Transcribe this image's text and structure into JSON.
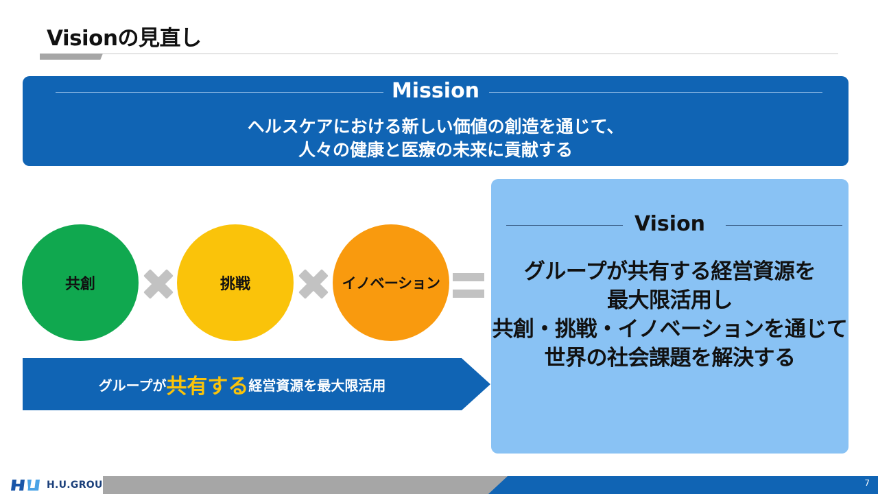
{
  "slide": {
    "title": "Visionの見直し",
    "page_number": "7"
  },
  "mission": {
    "heading": "Mission",
    "line1": "ヘルスケアにおける新しい価値の創造を通じて、",
    "line2": "人々の健康と医療の未来に貢献する"
  },
  "circles": [
    {
      "label": "共創",
      "color": "#10a84f"
    },
    {
      "label": "挑戦",
      "color": "#fac30a"
    },
    {
      "label": "イノベーション",
      "color": "#f99a0e"
    }
  ],
  "arrow": {
    "text_a": "グループが",
    "text_highlight": "共有する",
    "text_c": "経営資源を最大限活用",
    "highlight_color": "#fac30a"
  },
  "vision": {
    "heading": "Vision",
    "lines": [
      "グループが共有する経営資源を",
      "最大限活用し",
      "共創・挑戦・イノベーションを通じて",
      "世界の社会課題を解決する"
    ]
  },
  "footer": {
    "logo_text": "H.U.GROUP",
    "logo_icon": "hu-logo-icon"
  },
  "colors": {
    "primary_blue": "#1064b4",
    "light_blue": "#89c2f4",
    "green": "#10a84f",
    "yellow": "#fac30a",
    "orange": "#f99a0e",
    "gray": "#a6a6a6"
  }
}
